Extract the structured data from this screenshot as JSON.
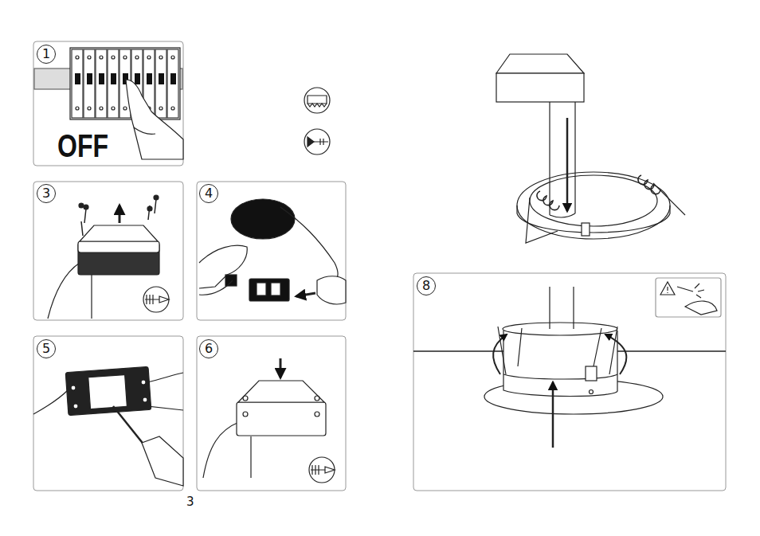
{
  "diagram": {
    "nodes": [
      {
        "text": [
          "1"
        ]
      },
      {
        "text": [
          "3"
        ]
      },
      {
        "text": [
          "4"
        ]
      },
      {
        "text": [
          "5"
        ]
      },
      {
        "text": [
          "6"
        ]
      },
      {
        "text": [
          "8"
        ]
      }
    ],
    "labels": [
      "OFF",
      "3"
    ]
  }
}
